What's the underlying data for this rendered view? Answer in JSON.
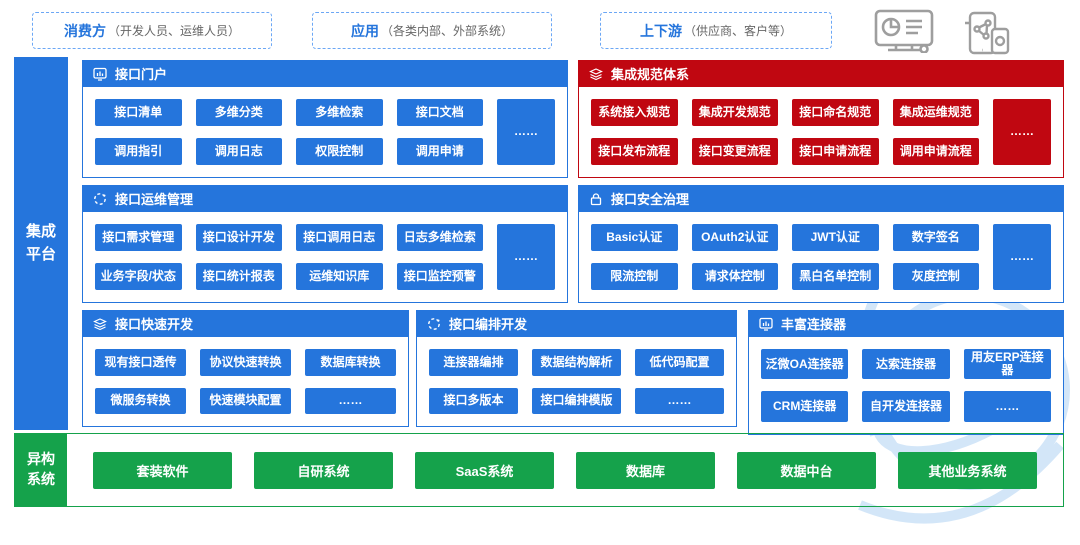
{
  "colors": {
    "blue": "#2575DC",
    "red": "#C00711",
    "green": "#15A24B",
    "dashed_border": "#6BA7F5",
    "sub_text_gray": "#666666",
    "icon_gray": "#9E9E9E",
    "watermark_blue": "#C9E1F7"
  },
  "top": {
    "boxes": [
      {
        "title": "消费方",
        "sub": "（开发人员、运维人员）"
      },
      {
        "title": "应用",
        "sub": "（各类内部、外部系统）"
      },
      {
        "title": "上下游",
        "sub": "（供应商、客户等）"
      }
    ],
    "icons": [
      "dashboard-monitor-icon",
      "mobile-devices-icon"
    ]
  },
  "sidebar": {
    "label": "集成平台",
    "lines": [
      "集成",
      "平台"
    ]
  },
  "sections": [
    {
      "title": "接口门户",
      "icon": "bar-chart-window-icon",
      "theme": "blue",
      "layout": "cols4",
      "rows": [
        [
          "接口清单",
          "多维分类",
          "多维检索",
          "接口文档"
        ],
        [
          "调用指引",
          "调用日志",
          "权限控制",
          "调用申请"
        ]
      ],
      "more": "……"
    },
    {
      "title": "集成规范体系",
      "icon": "layers-icon",
      "theme": "red",
      "layout": "cols4",
      "rows": [
        [
          "系统接入规范",
          "集成开发规范",
          "接口命名规范",
          "集成运维规范"
        ],
        [
          "接口发布流程",
          "接口变更流程",
          "接口申请流程",
          "调用申请流程"
        ]
      ],
      "more": "……"
    },
    {
      "title": "接口运维管理",
      "icon": "sync-circle-icon",
      "theme": "blue",
      "layout": "cols4",
      "rows": [
        [
          "接口需求管理",
          "接口设计开发",
          "接口调用日志",
          "日志多维检索"
        ],
        [
          "业务字段/状态",
          "接口统计报表",
          "运维知识库",
          "接口监控预警"
        ]
      ],
      "more": "……"
    },
    {
      "title": "接口安全治理",
      "icon": "lock-icon",
      "theme": "blue",
      "layout": "cols4",
      "rows": [
        [
          "Basic认证",
          "OAuth2认证",
          "JWT认证",
          "数字签名"
        ],
        [
          "限流控制",
          "请求体控制",
          "黑白名单控制",
          "灰度控制"
        ]
      ],
      "more": "……"
    },
    {
      "title": "接口快速开发",
      "icon": "layers-icon",
      "theme": "blue",
      "layout": "cols3",
      "rows": [
        [
          "现有接口透传",
          "协议快速转换",
          "数据库转换"
        ],
        [
          "微服务转换",
          "快速模块配置",
          "……"
        ]
      ]
    },
    {
      "title": "接口编排开发",
      "icon": "sync-circle-icon",
      "theme": "blue",
      "layout": "cols3",
      "rows": [
        [
          "连接器编排",
          "数据结构解析",
          "低代码配置"
        ],
        [
          "接口多版本",
          "接口编排模版",
          "……"
        ]
      ]
    },
    {
      "title": "丰富连接器",
      "icon": "bar-chart-window-icon",
      "theme": "blue",
      "layout": "cols3",
      "rows": [
        [
          "泛微OA连接器",
          "达索连接器",
          "用友ERP连接器"
        ],
        [
          "CRM连接器",
          "自开发连接器",
          "……"
        ]
      ]
    }
  ],
  "bottom": {
    "label": "异构系统",
    "lines": [
      "异构",
      "系统"
    ],
    "items": [
      "套装软件",
      "自研系统",
      "SaaS系统",
      "数据库",
      "数据中台",
      "其他业务系统"
    ]
  }
}
